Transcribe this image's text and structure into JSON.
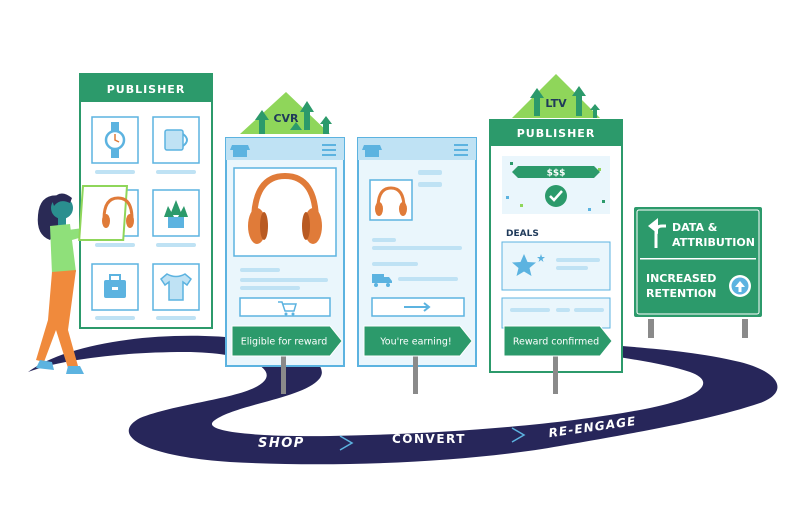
{
  "colors": {
    "green": "#2c9a6b",
    "green_dark": "#1f7f57",
    "green_arrow": "#8fd65a",
    "road": "#27265a",
    "screen_border": "#5cb3e0",
    "screen_fill": "#eaf6fc",
    "bar": "#bfe2f4",
    "headphone": "#e07b39",
    "headphone_dark": "#b95a22",
    "person_shirt": "#8fe07a",
    "person_pants": "#f08a3c",
    "person_hair": "#2a2a55",
    "person_skin": "#2a8f8f"
  },
  "publisher_panel": {
    "title": "PUBLISHER",
    "icons": [
      "watch-icon",
      "mug-icon",
      "headphones-icon",
      "plant-icon",
      "bag-icon",
      "tshirt-icon"
    ]
  },
  "arrows": {
    "cvr": "CVR",
    "ltv": "LTV"
  },
  "screens": {
    "product": {
      "icons": [
        "store-icon",
        "menu-icon",
        "headphones-icon",
        "cart-icon"
      ]
    },
    "checkout": {
      "icons": [
        "store-icon",
        "menu-icon",
        "headphones-icon",
        "truck-icon",
        "arrow-right-icon"
      ]
    },
    "reward": {
      "title": "PUBLISHER",
      "coupon": "$$$",
      "deals_label": "DEALS",
      "icons": [
        "check-icon",
        "star-icon"
      ]
    }
  },
  "signs": {
    "eligible": "Eligible for reward",
    "earning": "You're earning!",
    "confirmed": "Reward confirmed"
  },
  "road_sign": {
    "line1": "DATA &",
    "line2": "ATTRIBUTION",
    "line3": "INCREASED",
    "line4": "RETENTION",
    "icons": [
      "turn-arrow-icon",
      "up-arrow-icon"
    ]
  },
  "road_labels": {
    "publisher": "PUBLISHER",
    "shop": "SHOP",
    "convert": "CONVERT",
    "reengage": "RE-ENGAGE"
  }
}
